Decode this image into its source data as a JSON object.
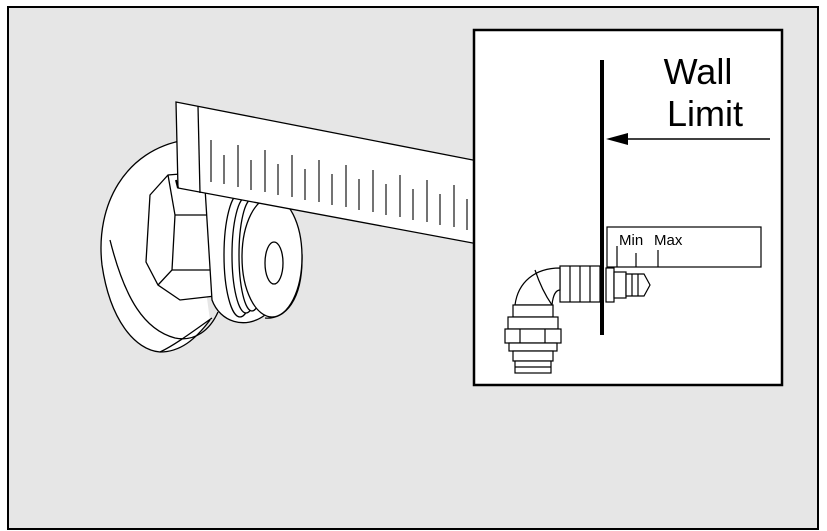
{
  "illustration": {
    "inset_label_line1": "Wall",
    "inset_label_line2": "Limit",
    "scale_label_min": "Min",
    "scale_label_max": "Max",
    "colors": {
      "background": "#e6e6e6",
      "line": "#000000",
      "fill": "#ffffff"
    }
  }
}
